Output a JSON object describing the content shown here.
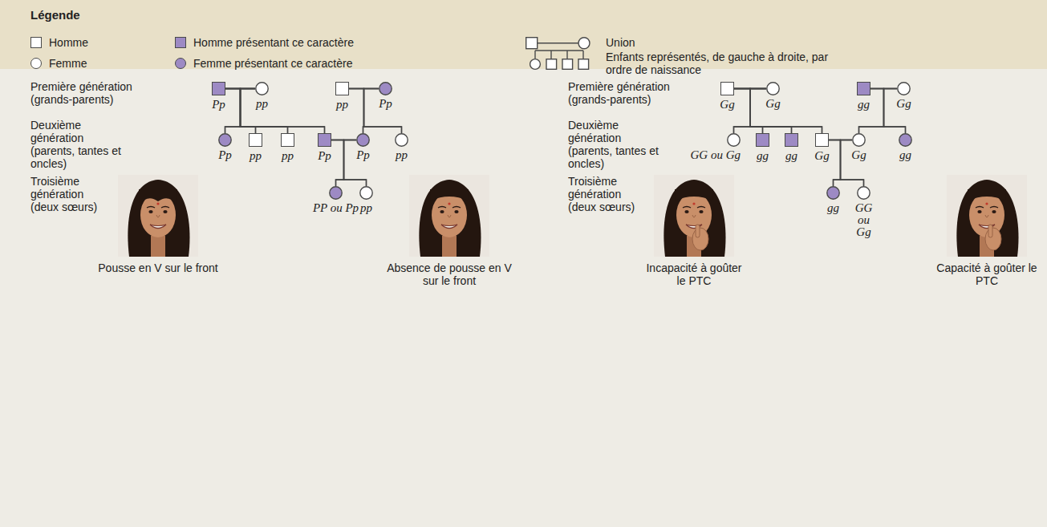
{
  "diagram": {
    "nodes": [
      {
        "text": [
          "Pp"
        ]
      },
      {
        "text": [
          "pp"
        ]
      },
      {
        "text": [
          "pp"
        ]
      },
      {
        "text": [
          "Pp"
        ]
      },
      {
        "text": [
          "Pp"
        ]
      },
      {
        "text": [
          "pp"
        ]
      },
      {
        "text": [
          "pp"
        ]
      },
      {
        "text": [
          "Pp"
        ]
      },
      {
        "text": [
          "Pp"
        ]
      },
      {
        "text": [
          "pp"
        ]
      },
      {
        "text": [
          "PP ou Pp"
        ]
      },
      {
        "text": [
          "pp"
        ]
      },
      {
        "text": [
          "Gg"
        ]
      },
      {
        "text": [
          "Gg"
        ]
      },
      {
        "text": [
          "gg"
        ]
      },
      {
        "text": [
          "Gg"
        ]
      },
      {
        "text": [
          "GG ou Gg"
        ]
      },
      {
        "text": [
          "gg"
        ]
      },
      {
        "text": [
          "gg"
        ]
      },
      {
        "text": [
          "Gg"
        ]
      },
      {
        "text": [
          "Gg"
        ]
      },
      {
        "text": [
          "gg"
        ]
      },
      {
        "text": [
          "gg"
        ]
      },
      {
        "text": [
          "GG ou Gg"
        ]
      }
    ],
    "edges": [
      {
        "from": 0,
        "to": 1,
        "arrow": "none"
      },
      {
        "from": 2,
        "to": 3,
        "arrow": "none"
      },
      {
        "from": 0,
        "to": 4,
        "arrow": "none"
      },
      {
        "from": 0,
        "to": 5,
        "arrow": "none"
      },
      {
        "from": 0,
        "to": 6,
        "arrow": "none"
      },
      {
        "from": 0,
        "to": 7,
        "arrow": "none"
      },
      {
        "from": 1,
        "to": 4,
        "arrow": "none"
      },
      {
        "from": 1,
        "to": 5,
        "arrow": "none"
      },
      {
        "from": 1,
        "to": 6,
        "arrow": "none"
      },
      {
        "from": 1,
        "to": 7,
        "arrow": "none"
      },
      {
        "from": 2,
        "to": 8,
        "arrow": "none"
      },
      {
        "from": 2,
        "to": 9,
        "arrow": "none"
      },
      {
        "from": 3,
        "to": 8,
        "arrow": "none"
      },
      {
        "from": 3,
        "to": 9,
        "arrow": "none"
      },
      {
        "from": 7,
        "to": 8,
        "arrow": "none"
      },
      {
        "from": 7,
        "to": 10,
        "arrow": "none"
      },
      {
        "from": 7,
        "to": 11,
        "arrow": "none"
      },
      {
        "from": 8,
        "to": 10,
        "arrow": "none"
      },
      {
        "from": 8,
        "to": 11,
        "arrow": "none"
      },
      {
        "from": 12,
        "to": 13,
        "arrow": "none"
      },
      {
        "from": 14,
        "to": 15,
        "arrow": "none"
      },
      {
        "from": 12,
        "to": 16,
        "arrow": "none"
      },
      {
        "from": 12,
        "to": 17,
        "arrow": "none"
      },
      {
        "from": 12,
        "to": 18,
        "arrow": "none"
      },
      {
        "from": 12,
        "to": 19,
        "arrow": "none"
      },
      {
        "from": 13,
        "to": 16,
        "arrow": "none"
      },
      {
        "from": 13,
        "to": 17,
        "arrow": "none"
      },
      {
        "from": 13,
        "to": 18,
        "arrow": "none"
      },
      {
        "from": 13,
        "to": 19,
        "arrow": "none"
      },
      {
        "from": 14,
        "to": 20,
        "arrow": "none"
      },
      {
        "from": 14,
        "to": 21,
        "arrow": "none"
      },
      {
        "from": 15,
        "to": 20,
        "arrow": "none"
      },
      {
        "from": 15,
        "to": 21,
        "arrow": "none"
      },
      {
        "from": 19,
        "to": 20,
        "arrow": "none"
      },
      {
        "from": 19,
        "to": 22,
        "arrow": "none"
      },
      {
        "from": 19,
        "to": 23,
        "arrow": "none"
      },
      {
        "from": 20,
        "to": 22,
        "arrow": "none"
      },
      {
        "from": 20,
        "to": 23,
        "arrow": "none"
      }
    ],
    "labels": [
      "Légende",
      "Première génération (grands-parents)",
      "Deuxième génération (parents, tantes et oncles)",
      "Troisième génération (deux sœurs)",
      "Pousse en V sur le front",
      "Absence de pousse en V sur le front",
      "Première génération (grands-parents)",
      "Deuxième génération (parents, tantes et oncles)",
      "Troisième génération (deux sœurs)",
      "Incapacité à goûter le PTC",
      "Capacité à goûter le PTC"
    ],
    "legend": [
      {
        "text": "Homme"
      },
      {
        "text": "Homme présentant ce caractère",
        "color": "#9d8ac4"
      },
      {
        "text": "Union"
      },
      {
        "text": "Femme"
      },
      {
        "text": "Femme présentant ce caractère",
        "color": "#9d8ac4"
      },
      {
        "text": "Enfants représentés, de gauche à droite, par ordre de naissance"
      }
    ]
  }
}
